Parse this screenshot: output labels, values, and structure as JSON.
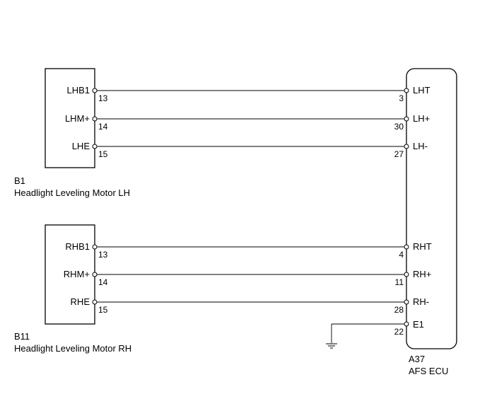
{
  "components": {
    "lh_motor": {
      "code": "B1",
      "name": "Headlight Leveling Motor LH"
    },
    "rh_motor": {
      "code": "B11",
      "name": "Headlight Leveling Motor RH"
    },
    "ecu": {
      "code": "A37",
      "name": "AFS ECU"
    }
  },
  "connections": [
    {
      "motor_terminal": "LHB1",
      "motor_pin": "13",
      "ecu_pin": "3",
      "ecu_terminal": "LHT"
    },
    {
      "motor_terminal": "LHM+",
      "motor_pin": "14",
      "ecu_pin": "30",
      "ecu_terminal": "LH+"
    },
    {
      "motor_terminal": "LHE",
      "motor_pin": "15",
      "ecu_pin": "27",
      "ecu_terminal": "LH-"
    },
    {
      "motor_terminal": "RHB1",
      "motor_pin": "13",
      "ecu_pin": "4",
      "ecu_terminal": "RHT"
    },
    {
      "motor_terminal": "RHM+",
      "motor_pin": "14",
      "ecu_pin": "11",
      "ecu_terminal": "RH+"
    },
    {
      "motor_terminal": "RHE",
      "motor_pin": "15",
      "ecu_pin": "28",
      "ecu_terminal": "RH-"
    }
  ],
  "ground": {
    "ecu_pin": "22",
    "ecu_terminal": "E1"
  },
  "colors": {
    "line": "#000000",
    "background": "#ffffff"
  }
}
